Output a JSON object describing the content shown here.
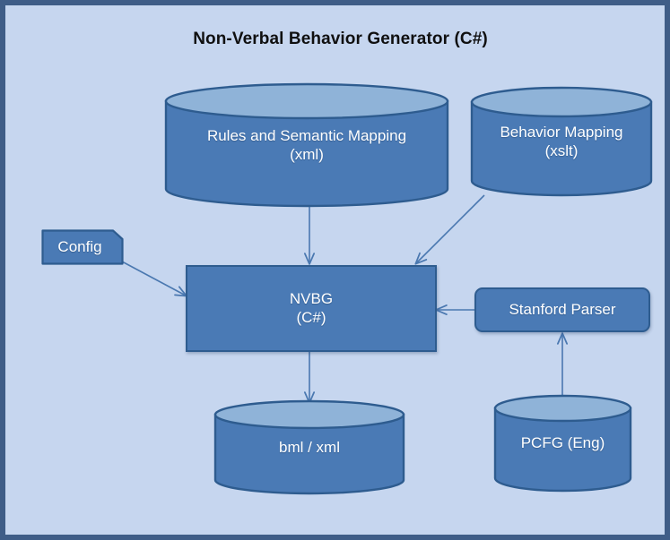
{
  "diagram": {
    "title": "Non-Verbal Behavior Generator (C#)",
    "type": "architecture-block-diagram",
    "colors": {
      "background": "#c6d6ef",
      "frame_border": "#3f5d87",
      "node_fill": "#4a7ab5",
      "node_border": "#2e5c8f",
      "cylinder_top_fill": "#8fb3d8",
      "node_text": "#ffffff",
      "title_text": "#101010",
      "connector": "#4a78b0"
    },
    "nodes": [
      {
        "id": "rules",
        "shape": "cylinder",
        "label": "Rules and Semantic Mapping\n(xml)",
        "line1": "Rules and Semantic Mapping",
        "line2": "(xml)"
      },
      {
        "id": "behavior-mapping",
        "shape": "cylinder",
        "label": "Behavior Mapping\n(xslt)",
        "line1": "Behavior Mapping",
        "line2": "(xslt)"
      },
      {
        "id": "config",
        "shape": "tag",
        "label": "Config"
      },
      {
        "id": "nvbg",
        "shape": "rectangle",
        "label": "NVBG\n(C#)",
        "line1": "NVBG",
        "line2": "(C#)"
      },
      {
        "id": "stanford-parser",
        "shape": "rounded-rectangle",
        "label": "Stanford Parser"
      },
      {
        "id": "bml-xml",
        "shape": "cylinder",
        "label": "bml / xml"
      },
      {
        "id": "pcfg",
        "shape": "cylinder",
        "label": "PCFG (Eng)"
      }
    ],
    "edges": [
      {
        "from": "rules",
        "to": "nvbg",
        "direction": "down",
        "arrow": "single"
      },
      {
        "from": "behavior-mapping",
        "to": "nvbg",
        "direction": "down-left",
        "arrow": "single"
      },
      {
        "from": "config",
        "to": "nvbg",
        "direction": "down-right",
        "arrow": "single"
      },
      {
        "from": "stanford-parser",
        "to": "nvbg",
        "direction": "left",
        "arrow": "single"
      },
      {
        "from": "pcfg",
        "to": "stanford-parser",
        "direction": "up",
        "arrow": "single"
      },
      {
        "from": "nvbg",
        "to": "bml-xml",
        "direction": "down",
        "arrow": "single"
      }
    ]
  }
}
